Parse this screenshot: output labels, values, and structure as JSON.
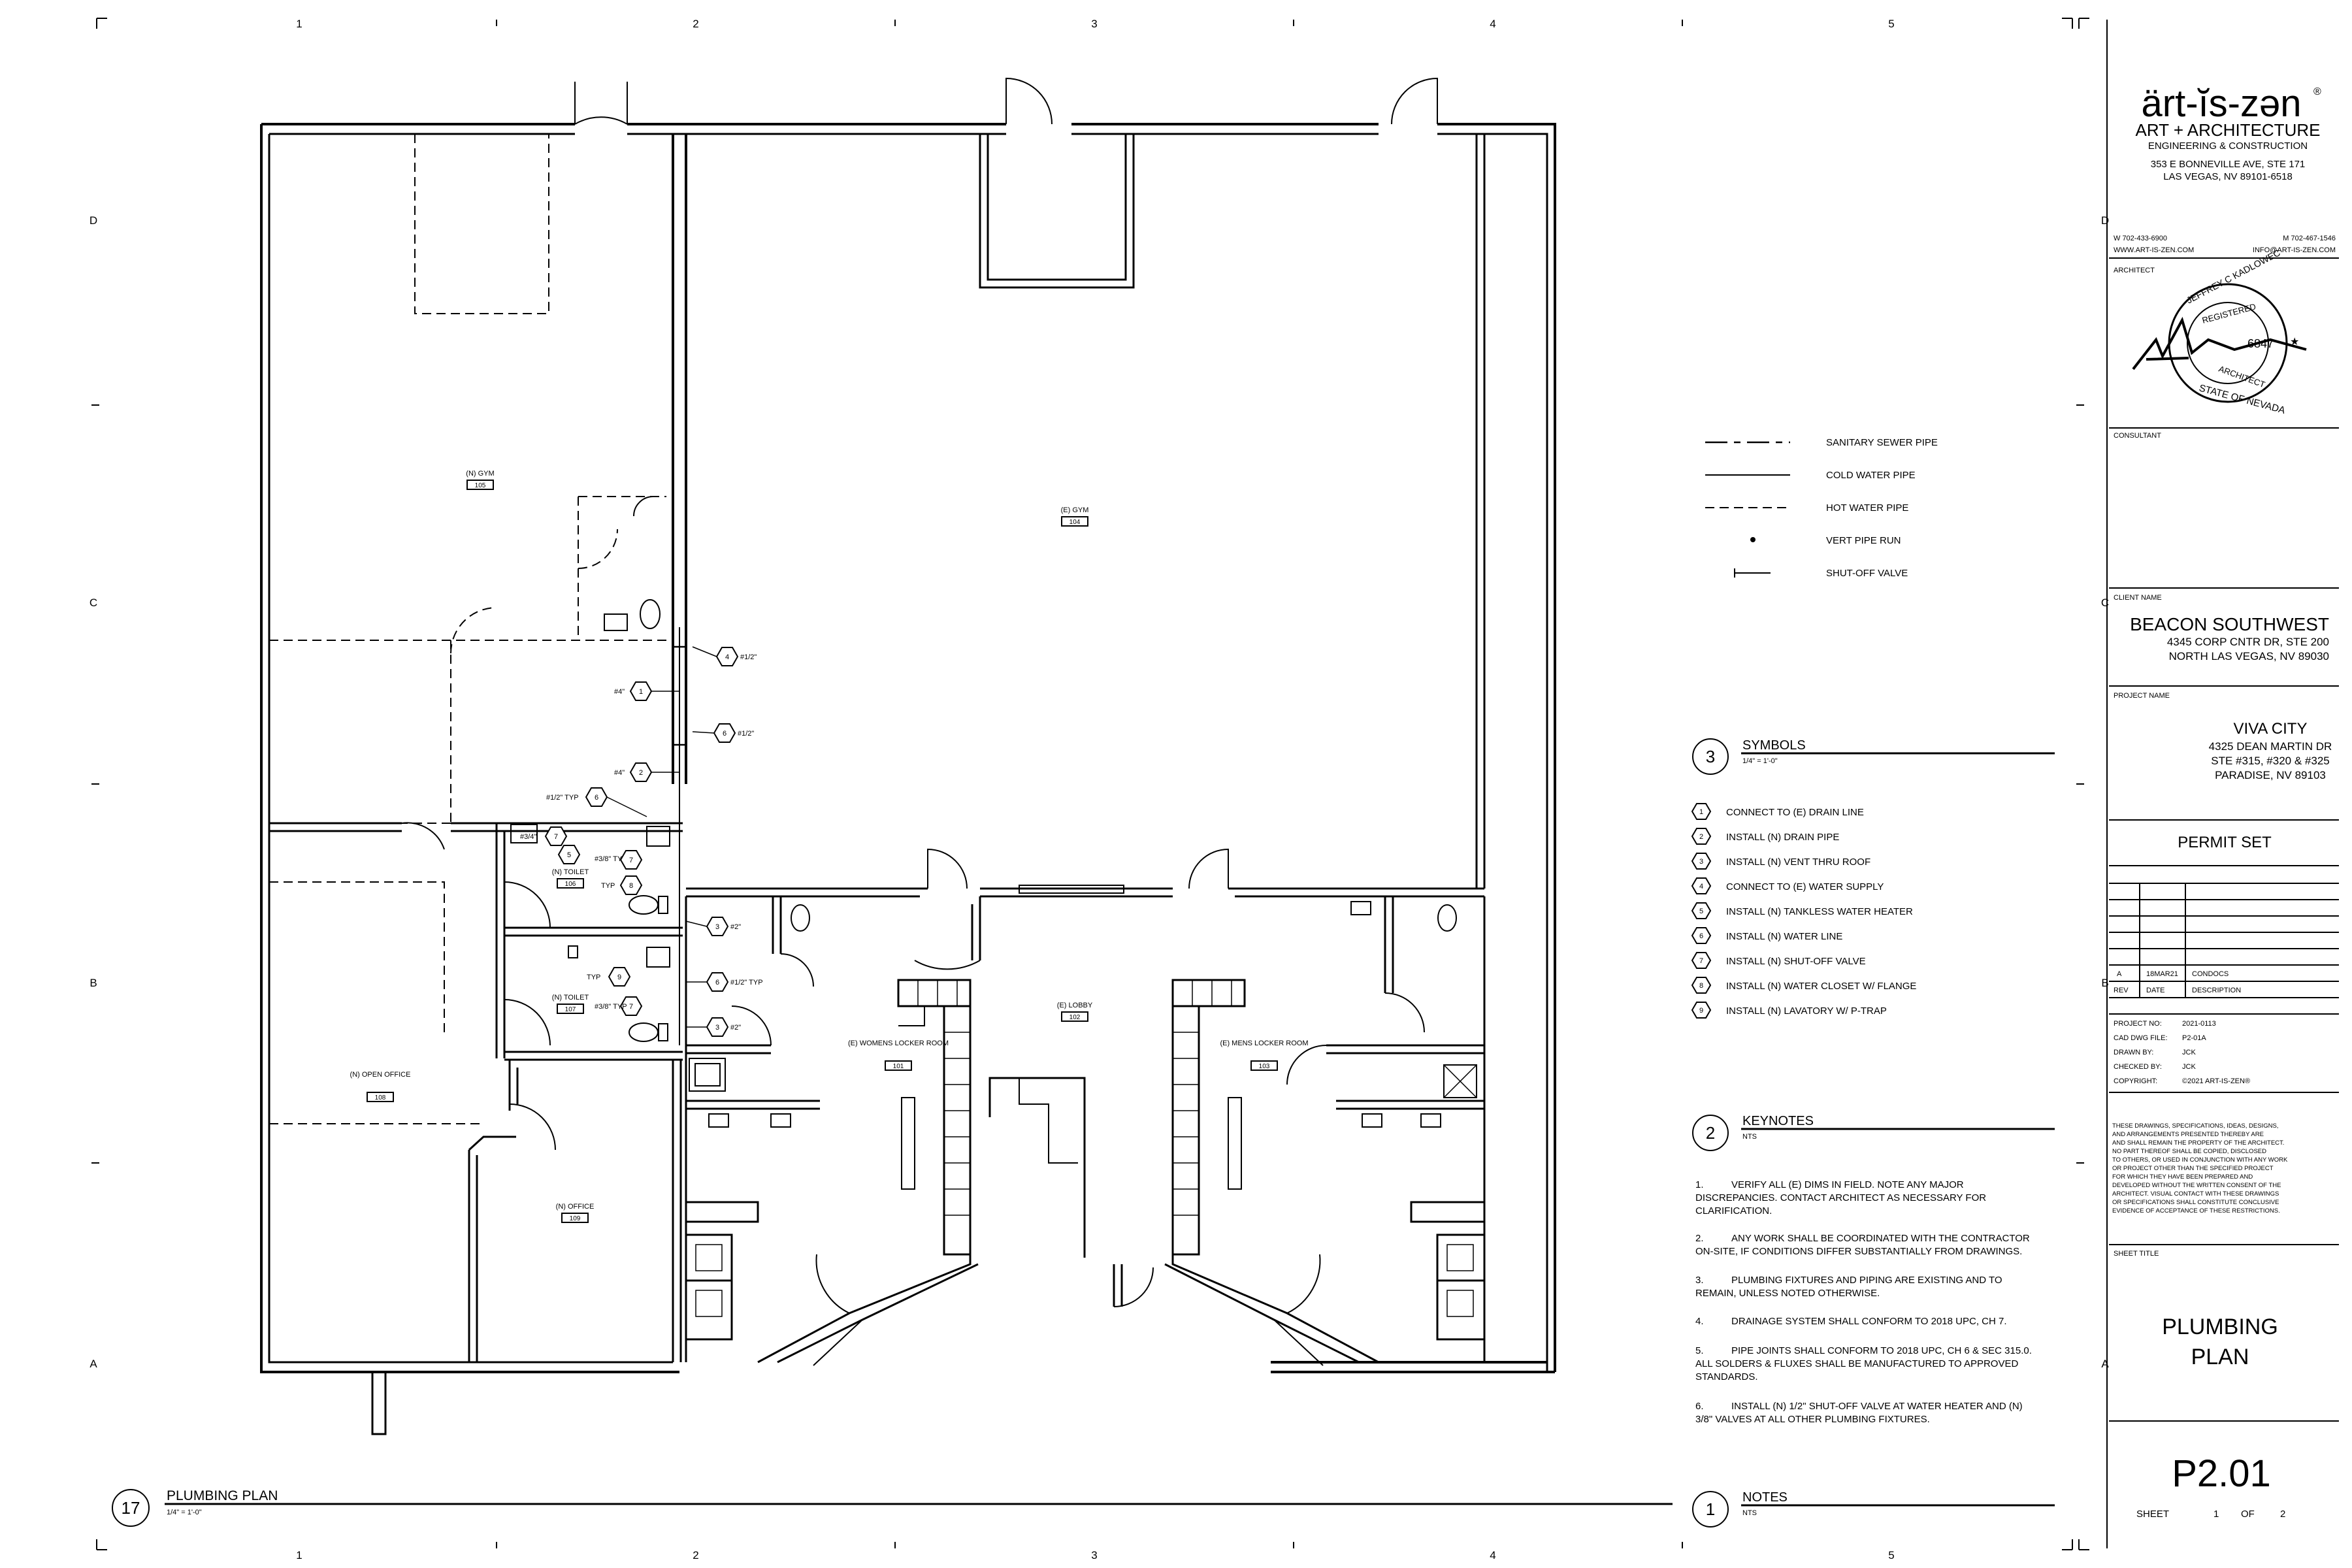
{
  "sheet": {
    "grid_columns": [
      "1",
      "2",
      "3",
      "4",
      "5"
    ],
    "grid_rows": [
      "D",
      "C",
      "B",
      "A"
    ]
  },
  "rooms": {
    "n_gym": {
      "name": "(N) GYM",
      "num": "105"
    },
    "e_gym": {
      "name": "(E) GYM",
      "num": "104"
    },
    "n_toilet_106": {
      "name": "(N) TOILET",
      "num": "106"
    },
    "n_toilet_107": {
      "name": "(N) TOILET",
      "num": "107"
    },
    "n_open_office": {
      "name": "(N) OPEN OFFICE",
      "num": "108"
    },
    "n_office": {
      "name": "(N) OFFICE",
      "num": "109"
    },
    "e_womens": {
      "name": "(E) WOMENS LOCKER ROOM",
      "num": "101"
    },
    "e_lobby": {
      "name": "(E) LOBBY",
      "num": "102"
    },
    "e_mens": {
      "name": "(E) MENS LOCKER ROOM",
      "num": "103"
    }
  },
  "plan_callouts": {
    "c1": {
      "tag": "1",
      "size": "#4\""
    },
    "c2": {
      "tag": "2",
      "size": "#4\""
    },
    "c4": {
      "tag": "4",
      "size": "#1/2\""
    },
    "c6a": {
      "tag": "6",
      "size": "#1/2\""
    },
    "c6b": {
      "tag": "6",
      "size": "#1/2\" TYP"
    },
    "c6c": {
      "tag": "6",
      "size": "#1/2\" TYP"
    },
    "c7a": {
      "tag": "7",
      "size": "#3/8\" TYP"
    },
    "c7b": {
      "tag": "7",
      "size": "#3/8\" TYP"
    },
    "c8": {
      "tag": "8",
      "size": "TYP"
    },
    "c9": {
      "tag": "9",
      "size": "TYP"
    },
    "c3a": {
      "tag": "3",
      "size": "#2\""
    },
    "c3b": {
      "tag": "3",
      "size": "#2\""
    },
    "c5": {
      "tag": "5",
      "size": "#3/4\""
    }
  },
  "legend": {
    "items": [
      {
        "label": "SANITARY SEWER PIPE",
        "style": "long-dash"
      },
      {
        "label": "COLD WATER PIPE",
        "style": "solid"
      },
      {
        "label": "HOT WATER PIPE",
        "style": "dashed"
      },
      {
        "label": "VERT PIPE RUN",
        "style": "dot"
      },
      {
        "label": "SHUT-OFF VALVE",
        "style": "valve"
      }
    ]
  },
  "symbols": {
    "number": "3",
    "title": "SYMBOLS",
    "scale": "1/4\" = 1'-0\"",
    "items": [
      {
        "num": "1",
        "text": "CONNECT TO (E) DRAIN LINE"
      },
      {
        "num": "2",
        "text": "INSTALL (N) DRAIN PIPE"
      },
      {
        "num": "3",
        "text": "INSTALL (N) VENT THRU ROOF"
      },
      {
        "num": "4",
        "text": "CONNECT TO (E) WATER SUPPLY"
      },
      {
        "num": "5",
        "text": "INSTALL (N) TANKLESS WATER HEATER"
      },
      {
        "num": "6",
        "text": "INSTALL (N) WATER LINE"
      },
      {
        "num": "7",
        "text": "INSTALL (N) SHUT-OFF VALVE"
      },
      {
        "num": "8",
        "text": "INSTALL (N) WATER CLOSET W/ FLANGE"
      },
      {
        "num": "9",
        "text": "INSTALL (N) LAVATORY W/ P-TRAP"
      }
    ]
  },
  "keynotes": {
    "number": "2",
    "title": "KEYNOTES",
    "scale": "NTS",
    "notes": [
      {
        "num": "1.",
        "lines": [
          "VERIFY ALL (E) DIMS IN FIELD.  NOTE ANY MAJOR",
          "DISCREPANCIES. CONTACT ARCHITECT AS NECESSARY FOR",
          "CLARIFICATION."
        ]
      },
      {
        "num": "2.",
        "lines": [
          "ANY WORK SHALL BE COORDINATED WITH THE CONTRACTOR",
          "ON-SITE, IF CONDITIONS DIFFER SUBSTANTIALLY FROM DRAWINGS."
        ]
      },
      {
        "num": "3.",
        "lines": [
          "PLUMBING FIXTURES AND PIPING ARE EXISTING AND TO",
          "REMAIN, UNLESS NOTED OTHERWISE."
        ]
      },
      {
        "num": "4.",
        "lines": [
          "DRAINAGE SYSTEM SHALL CONFORM TO 2018 UPC, CH 7."
        ]
      },
      {
        "num": "5.",
        "lines": [
          "PIPE JOINTS SHALL CONFORM TO 2018 UPC, CH 6 & SEC 315.0.",
          "ALL SOLDERS & FLUXES SHALL BE MANUFACTURED TO APPROVED",
          "STANDARDS."
        ]
      },
      {
        "num": "6.",
        "lines": [
          "INSTALL (N) 1/2\" SHUT-OFF VALVE AT WATER HEATER AND (N)",
          "3/8\" VALVES AT ALL OTHER PLUMBING FIXTURES."
        ]
      }
    ]
  },
  "notes_block": {
    "number": "1",
    "title": "NOTES",
    "scale": "NTS"
  },
  "plan_title": {
    "number": "17",
    "title": "PLUMBING PLAN",
    "scale": "1/4\" = 1'-0\""
  },
  "title_block": {
    "logo": "ärt-ĭs-zən",
    "logo_reg": "®",
    "firm_line1": "ART + ARCHITECTURE",
    "firm_line2": "ENGINEERING & CONSTRUCTION",
    "address1": "353 E BONNEVILLE AVE, STE 171",
    "address2": "LAS VEGAS, NV 89101-6518",
    "phone_w": "W 702-433-6900",
    "phone_m": "M 702-467-1546",
    "web": "WWW.ART-IS-ZEN.COM",
    "email": "INFO@ART-IS-ZEN.COM",
    "architect_label": "ARCHITECT",
    "seal_text_top": "JEFFREY C KADLOWEC",
    "seal_registered": "REGISTERED",
    "seal_number": "6847",
    "seal_architect": "ARCHITECT",
    "seal_state": "STATE OF NEVADA",
    "consultant_label": "CONSULTANT",
    "client_label": "CLIENT NAME",
    "client_name": "BEACON SOUTHWEST",
    "client_addr1": "4345 CORP CNTR DR, STE 200",
    "client_addr2": "NORTH LAS VEGAS, NV 89030",
    "project_label": "PROJECT NAME",
    "project_name": "VIVA CITY",
    "project_addr1": "4325 DEAN MARTIN DR",
    "project_addr2": "STE #315, #320 & #325",
    "project_addr3": "PARADISE, NV 89103",
    "permit_set": "PERMIT SET",
    "rev_row": {
      "rev": "A",
      "date": "18MAR21",
      "description": "CONDOCS"
    },
    "rev_headers": {
      "rev": "REV",
      "date": "DATE",
      "description": "DESCRIPTION"
    },
    "info": [
      {
        "label": "PROJECT NO:",
        "value": "2021-0113"
      },
      {
        "label": "CAD DWG FILE:",
        "value": "P2-01A"
      },
      {
        "label": "DRAWN BY:",
        "value": "JCK"
      },
      {
        "label": "CHECKED BY:",
        "value": "JCK"
      },
      {
        "label": "COPYRIGHT:",
        "value": "©2021 ART-IS-ZEN®"
      }
    ],
    "disclaimer": [
      "THESE DRAWINGS, SPECIFICATIONS, IDEAS, DESIGNS,",
      "AND ARRANGEMENTS PRESENTED THEREBY ARE",
      "AND SHALL REMAIN THE PROPERTY OF THE ARCHITECT.",
      "NO PART THEREOF SHALL BE COPIED, DISCLOSED",
      "TO OTHERS, OR USED IN CONJUNCTION WITH ANY WORK",
      "OR PROJECT OTHER THAN THE SPECIFIED PROJECT",
      "FOR WHICH THEY HAVE BEEN PREPARED AND",
      "DEVELOPED WITHOUT THE WRITTEN CONSENT OF THE",
      "ARCHITECT.  VISUAL CONTACT WITH THESE DRAWINGS",
      "OR SPECIFICATIONS SHALL CONSTITUTE CONCLUSIVE",
      "EVIDENCE OF ACCEPTANCE OF THESE RESTRICTIONS."
    ],
    "sheet_title_label": "SHEET TITLE",
    "sheet_title_1": "PLUMBING",
    "sheet_title_2": "PLAN",
    "sheet_number": "P2.01",
    "sheet_of_label": "SHEET",
    "sheet_index": "1",
    "sheet_of": "OF",
    "sheet_total": "2"
  }
}
